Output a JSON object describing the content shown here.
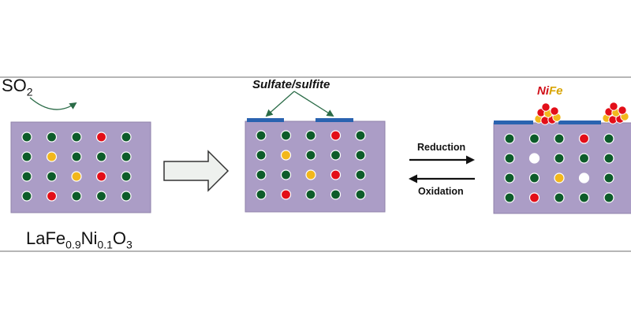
{
  "labels": {
    "reactant_main": "SO",
    "reactant_sub": "2",
    "formula_parts": [
      {
        "t": "LaFe",
        "sub": false
      },
      {
        "t": "0.9",
        "sub": true
      },
      {
        "t": "Ni",
        "sub": false
      },
      {
        "t": "0.1",
        "sub": true
      },
      {
        "t": "O",
        "sub": false
      },
      {
        "t": "3",
        "sub": true
      }
    ],
    "surface_layer": "Sulfate/sulfite",
    "cluster_ni": "Ni",
    "cluster_fe": "Fe",
    "forward_reaction": "Reduction",
    "reverse_reaction": "Oxidation"
  },
  "colors": {
    "background": "#ffffff",
    "frame_line": "#6e6e6e",
    "slab_fill": "#ab9dc6",
    "slab_edge": "#8f82aa",
    "fe_atom": "#0d5c2a",
    "ni_atom": "#e30e18",
    "dopant_atom": "#f2b71c",
    "vacancy": "#ffffff",
    "sulfate_layer": "#2a63b0",
    "arrow_green": "#2a6b47",
    "reaction_arrow": "#111111",
    "block_arrow_fill": "#eef1ee",
    "block_arrow_stroke": "#333333"
  },
  "panels": [
    {
      "name": "pristine",
      "atoms": [
        [
          "fe",
          "fe",
          "fe",
          "ni",
          "fe"
        ],
        [
          "fe",
          "dopant",
          "fe",
          "fe",
          "fe"
        ],
        [
          "fe",
          "fe",
          "dopant",
          "ni",
          "fe"
        ],
        [
          "fe",
          "ni",
          "fe",
          "fe",
          "fe"
        ]
      ]
    },
    {
      "name": "sulfated",
      "atoms": [
        [
          "fe",
          "fe",
          "fe",
          "ni",
          "fe"
        ],
        [
          "fe",
          "dopant",
          "fe",
          "fe",
          "fe"
        ],
        [
          "fe",
          "fe",
          "dopant",
          "ni",
          "fe"
        ],
        [
          "fe",
          "ni",
          "fe",
          "fe",
          "fe"
        ]
      ]
    },
    {
      "name": "exsolved",
      "atoms": [
        [
          "fe",
          "fe",
          "fe",
          "ni",
          "fe"
        ],
        [
          "fe",
          "vacancy",
          "fe",
          "fe",
          "fe"
        ],
        [
          "fe",
          "fe",
          "dopant",
          "vacancy",
          "fe"
        ],
        [
          "fe",
          "ni",
          "fe",
          "fe",
          "fe"
        ]
      ]
    }
  ],
  "cluster_left": [
    "dopant",
    "ni",
    "ni",
    "dopant",
    "ni",
    "dopant",
    "ni",
    "ni"
  ],
  "cluster_right": [
    "dopant",
    "ni",
    "ni",
    "dopant",
    "ni",
    "dopant",
    "ni",
    "ni"
  ]
}
